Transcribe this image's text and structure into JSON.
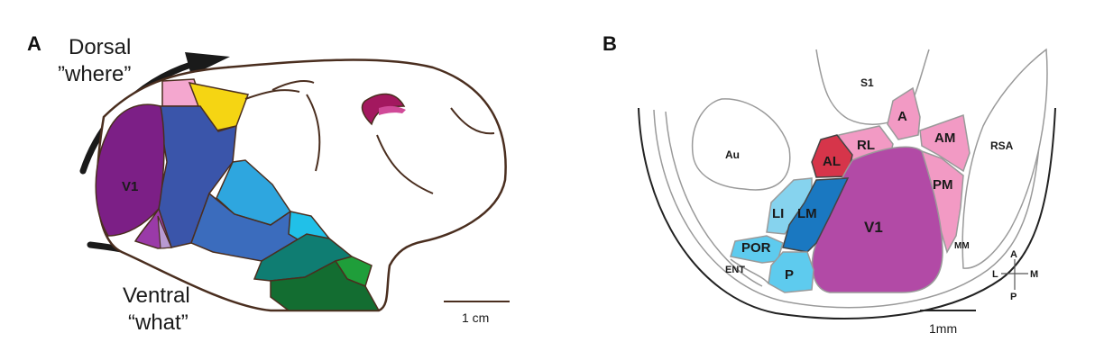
{
  "panels": {
    "a": {
      "letter": "A",
      "dorsal_line1": "Dorsal",
      "dorsal_line2": "”where”",
      "ventral_line1": "Ventral",
      "ventral_line2": "“what”",
      "v1_label": "V1",
      "scale_label": "1 cm"
    },
    "b": {
      "letter": "B",
      "areas": {
        "s1": "S1",
        "au": "Au",
        "a": "A",
        "rl": "RL",
        "al": "AL",
        "am": "AM",
        "rsa": "RSA",
        "pm": "PM",
        "li": "LI",
        "lm": "LM",
        "v1": "V1",
        "por": "POR",
        "ent": "ENT",
        "p": "P",
        "mm": "MM"
      },
      "compass": {
        "a": "A",
        "p": "P",
        "l": "L",
        "m": "M"
      },
      "scale_label": "1mm"
    }
  },
  "colors": {
    "outline": "#4a2e1f",
    "v1_purple": "#7c1f86",
    "mouse_v1": "#b24aa6",
    "pink": "#f29ac4",
    "red": "#d6354a",
    "light_blue": "#5ecbee",
    "mid_blue": "#1a78c1",
    "teal": "#0f7d72",
    "green": "#1f9e3a",
    "dark_green": "#136d31",
    "yellow": "#f5d513",
    "indigo": "#3a55aa",
    "cyan": "#2ea6df"
  }
}
